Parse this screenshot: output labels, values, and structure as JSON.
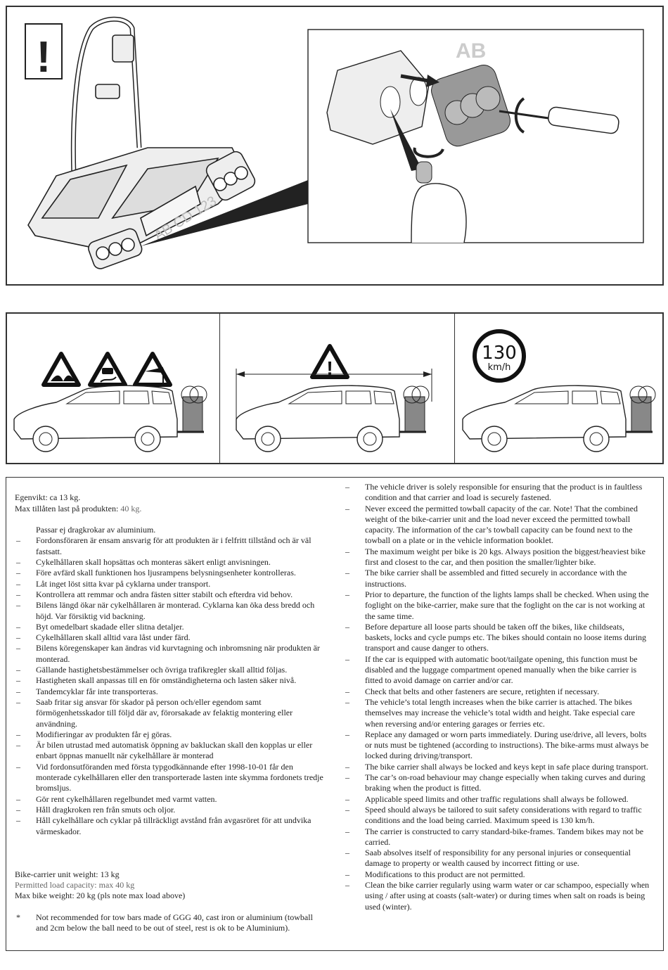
{
  "figure_top": {
    "warning_symbol": "!",
    "plate_text": "AB CD 123",
    "detail_plate_text": "AB",
    "icons": [
      "exclamation-icon",
      "screwdriver-icon",
      "rotate-arrow-icon",
      "bulb-icon",
      "hand-icon"
    ]
  },
  "figure_mid": {
    "speed_number": "130",
    "speed_unit": "km/h",
    "road_signs": [
      "uneven-road-sign-icon",
      "slippery-road-sign-icon",
      "crosswind-sign-icon",
      "warning-sign-icon"
    ]
  },
  "swedish": {
    "weight": "Egenvikt: ca 13 kg.",
    "max_load": "Max tillåten last på produkten: ",
    "max_load_value": "40 kg.",
    "note": "Passar ej dragkrokar av aluminium.",
    "items": [
      "Fordonsföraren är ensam ansvarig för att produkten är i felfritt tillstånd och är väl fastsatt.",
      "Cykelhållaren skall hopsättas och monteras säkert enligt anvisningen.",
      "Före avfärd skall funktionen hos ljusrampens belysningsenheter kontrolleras.",
      "Låt inget löst sitta kvar på cyklarna under transport.",
      "Kontrollera att remmar och andra fästen sitter stabilt och efterdra vid behov.",
      "Bilens längd ökar när cykelhållaren är monterad. Cyklarna kan öka dess bredd och höjd. Var försiktig vid backning.",
      "Byt omedelbart skadade eller slitna detaljer.",
      "Cykelhållaren skall alltid vara låst under färd.",
      "Bilens köregenskaper kan ändras vid kurvtagning och inbromsning när produkten är monterad.",
      "Gällande hastighetsbestämmelser och övriga trafikregler skall alltid följas.",
      "Hastigheten skall anpassas till en för omständigheterna och lasten säker nivå.",
      "Tandemcyklar får inte transporteras.",
      "Saab fritar sig ansvar för skador på person och/eller egendom samt förmögenhetsskador till följd där av, förorsakade av felaktig montering eller användning.",
      "Modifieringar av produkten får ej göras.",
      "Är bilen utrustad med automatisk öppning av bakluckan skall den kopplas ur eller enbart öppnas manuellt när cykelhållare är monterad",
      "Vid fordonsutföranden med första typgodkännande efter 1998-10-01 får den monterade cykelhållaren eller den transporterade lasten inte skymma fordonets tredje bromsljus.",
      "Gör rent cykelhållaren regelbundet med varmt vatten.",
      "Håll dragkroken ren från smuts och oljor.",
      "Håll cykelhållare och cyklar på tillräckligt avstånd från avgasröret för att undvika värmeskador."
    ]
  },
  "english_left": {
    "unit_weight": "Bike-carrier unit weight: 13 kg",
    "load_capacity": "Permitted load capacity: max 40 kg",
    "bike_weight": "Max bike weight: 20 kg (pls note max load above)",
    "footnote": "Not recommended for tow bars made of GGG 40, cast iron or aluminium (towball and 2cm below the ball need to be out of steel, rest is ok to be Aluminium)."
  },
  "english": {
    "items": [
      "The vehicle driver is solely responsible for ensuring that the product is in faultless condition and that carrier and load is securely fastened.",
      "Never exceed the permitted towball capacity of the car. Note! That the combined weight of the bike-carrier unit and the load never exceed the permitted towball capacity. The information of the car’s towball capacity can be found next to the towball on a plate or in the vehicle information booklet.",
      "The maximum weight per bike is 20 kgs. Always position the biggest/heaviest bike first and closest to the car, and then position the smaller/lighter bike.",
      "The bike carrier shall be assembled and fitted securely in accordance with the instructions.",
      "Prior to departure, the function of the lights lamps shall be checked. When using the foglight on the bike-carrier, make sure that the foglight on the car is not working at the same time.",
      "Before departure all loose parts should be taken off the bikes, like childseats, baskets, locks and cycle pumps etc. The bikes should contain no loose items during transport and cause danger to others.",
      " If the car is equipped with automatic boot/tailgate opening, this function must be disabled and the luggage compartment opened manually when the bike carrier is fitted to avoid damage on carrier and/or car.",
      "Check that belts and other fasteners are secure, retighten if necessary.",
      "The vehicle’s total length increases when the bike carrier is attached. The bikes themselves may increase the vehicle’s total width and height. Take especial care when reversing and/or entering garages or ferries etc.",
      "Replace any damaged or worn parts immediately. During use/drive, all levers, bolts or nuts must be tightened (according to instructions). The bike-arms must always be locked during driving/transport.",
      "The bike carrier shall always be locked and keys kept in safe place during transport.",
      "The car’s on-road behaviour may change especially when taking curves and during braking when the product is fitted.",
      "Applicable speed limits and other traffic regulations shall always be followed.",
      "Speed should always be tailored to suit safety considerations with regard to traffic conditions and the load being carried. Maximum speed is 130 km/h.",
      "The carrier is constructed to carry standard-bike-frames. Tandem bikes may not be carried.",
      "Saab absolves itself of responsibility for any personal injuries or consequential damage to property or wealth caused by incorrect fitting or use.",
      "Modifications to this product are not permitted.",
      "Clean the bike carrier regularly using warm water or car schampoo, especially when using / after using at coasts (salt-water) or during times when salt on roads is being used (winter)."
    ]
  }
}
